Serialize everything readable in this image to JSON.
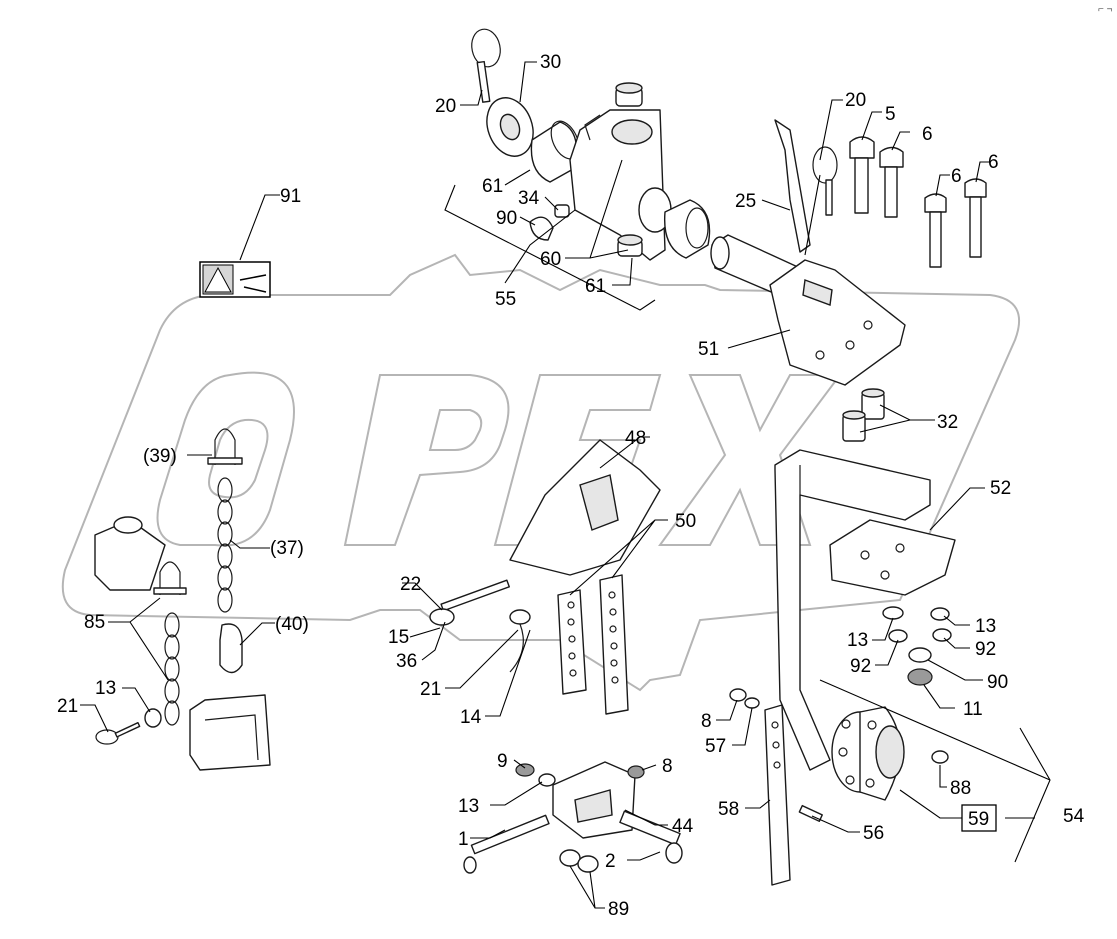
{
  "watermark": "OPEX",
  "corner_mark": "⌐ ¬",
  "callouts": {
    "c20a": "20",
    "c30": "30",
    "c61a": "61",
    "c34": "34",
    "c90a": "90",
    "c60": "60",
    "c61b": "61",
    "c55": "55",
    "c91": "91",
    "c20b": "20",
    "c5": "5",
    "c6a": "6",
    "c6b": "6",
    "c6c": "6",
    "c25": "25",
    "c51": "51",
    "c32": "32",
    "c48": "48",
    "c39": "(39)",
    "c37": "(37)",
    "c40": "(40)",
    "c85": "85",
    "c50": "50",
    "c52": "52",
    "c22": "22",
    "c15": "15",
    "c36": "36",
    "c21a": "21",
    "c14": "14",
    "c13a": "13",
    "c21b": "21",
    "c13b": "13",
    "c92a": "92",
    "c13c": "13",
    "c92b": "92",
    "c90b": "90",
    "c11": "11",
    "c8a": "8",
    "c57": "57",
    "c88": "88",
    "c9": "9",
    "c8b": "8",
    "c13d": "13",
    "c44": "44",
    "c58": "58",
    "c56": "56",
    "c59": "59",
    "c54": "54",
    "c1": "1",
    "c2": "2",
    "c89": "89"
  }
}
